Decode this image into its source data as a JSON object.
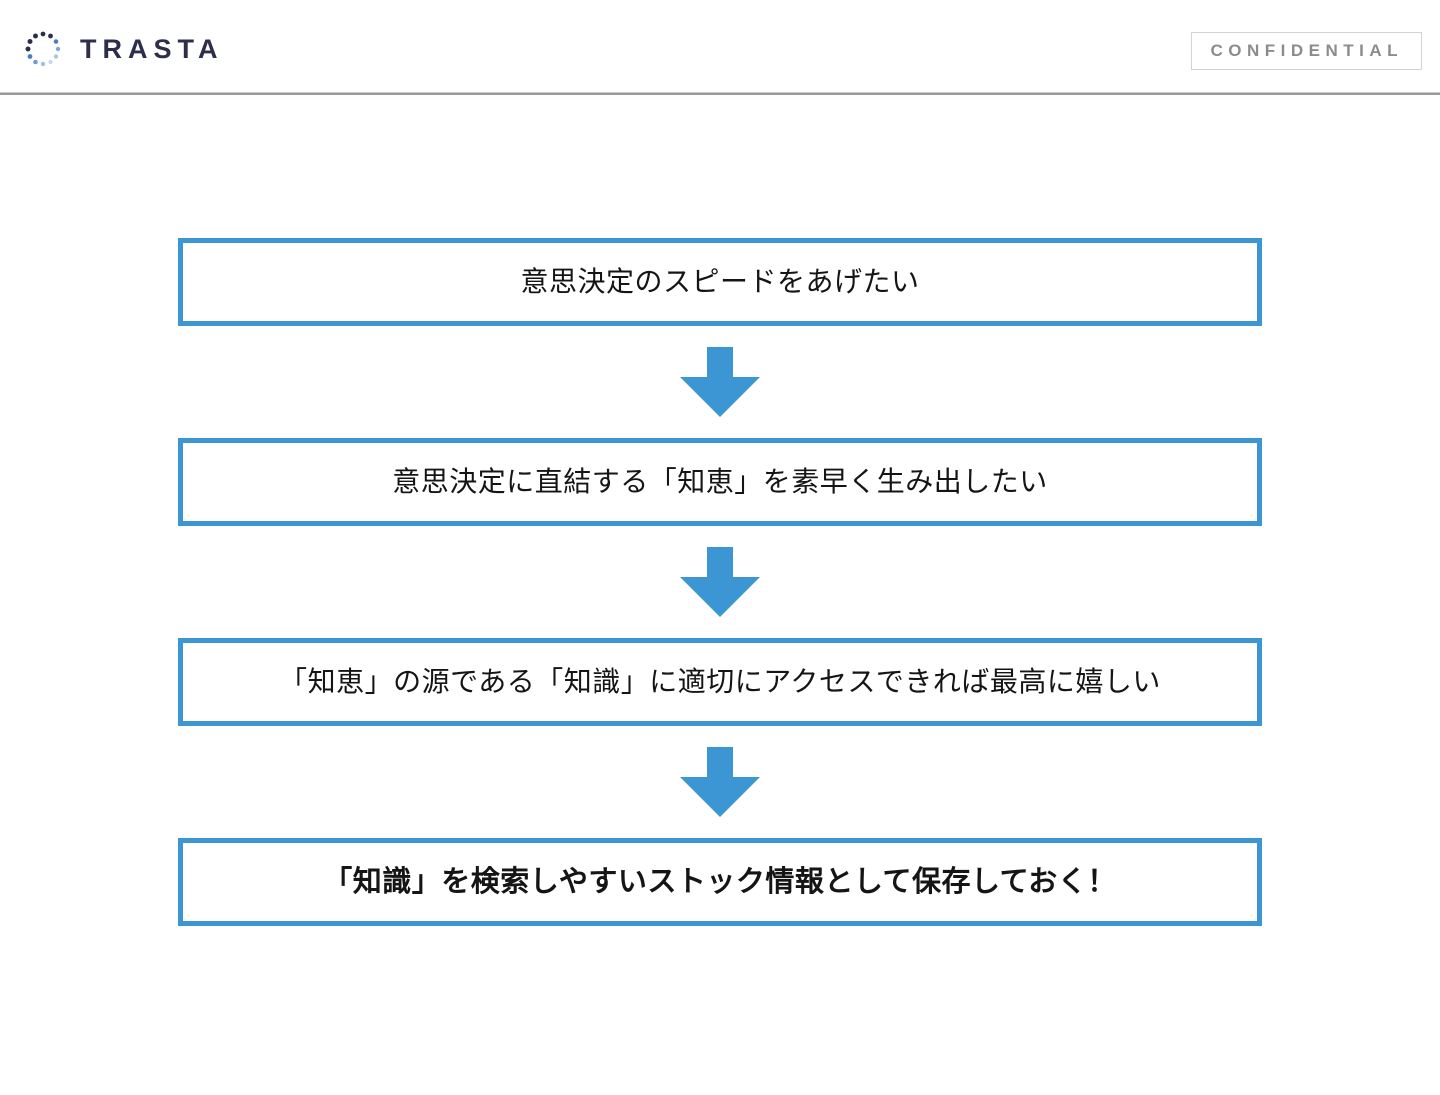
{
  "header": {
    "brand_name": "TRASTA",
    "brand_mark_icon": "dotted-ring-icon",
    "confidential_label": "CONFIDENTIAL"
  },
  "colors": {
    "accent_blue": "#3d96d4",
    "brand_navy": "#2c2e4c",
    "confidential_gray": "#8c8c8c",
    "divider_gray": "#9a9a9a",
    "body_text": "#151515",
    "background": "#ffffff"
  },
  "flow": {
    "arrow_icon": "arrow-down-icon",
    "steps": [
      {
        "text": "意思決定のスピードをあげたい",
        "emphasis": false
      },
      {
        "text": "意思決定に直結する「知恵」を素早く生み出したい",
        "emphasis": false
      },
      {
        "text": "「知恵」の源である「知識」に適切にアクセスできれば最高に嬉しい",
        "emphasis": false
      },
      {
        "text": "「知識」を検索しやすいストック情報として保存しておく！",
        "emphasis": true
      }
    ]
  }
}
